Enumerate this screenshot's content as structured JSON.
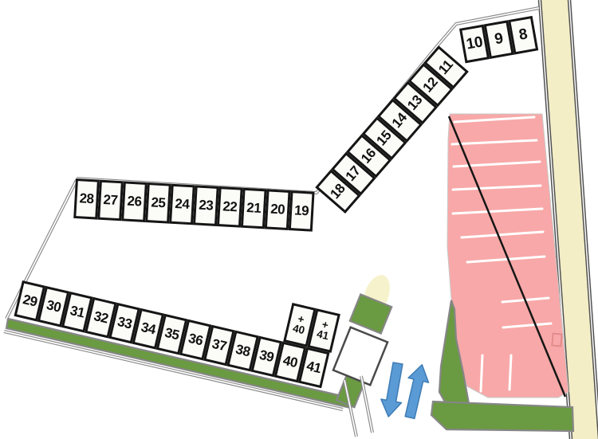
{
  "title": "parking-lot-layout-map",
  "colors": {
    "space_fill": "#fbfbf7",
    "space_border": "#151515",
    "boundary_gray": "#8a8a8a",
    "green": "#6a9a41",
    "pink": "#f8a8a8",
    "road": "#f3eec6",
    "arrow_blue": "#5b9bd5",
    "cream": "#f6f2cc"
  },
  "rows": {
    "top": {
      "cells": [
        "10",
        "9",
        "8"
      ]
    },
    "diagonal": {
      "cells": [
        "18",
        "17",
        "16",
        "15",
        "14",
        "13",
        "12",
        "11"
      ]
    },
    "middle": {
      "cells": [
        "28",
        "27",
        "26",
        "25",
        "24",
        "23",
        "22",
        "21",
        "20",
        "19"
      ]
    },
    "bottom": {
      "cells": [
        "29",
        "30",
        "31",
        "32",
        "33",
        "34",
        "35",
        "36",
        "37",
        "38",
        "39",
        "40",
        "41"
      ]
    },
    "extra": {
      "cells": [
        {
          "plus": "+",
          "num": "40"
        },
        {
          "plus": "+",
          "num": "41"
        }
      ]
    }
  },
  "icons": {
    "traffic_in": "arrow-up",
    "traffic_out": "arrow-down"
  }
}
